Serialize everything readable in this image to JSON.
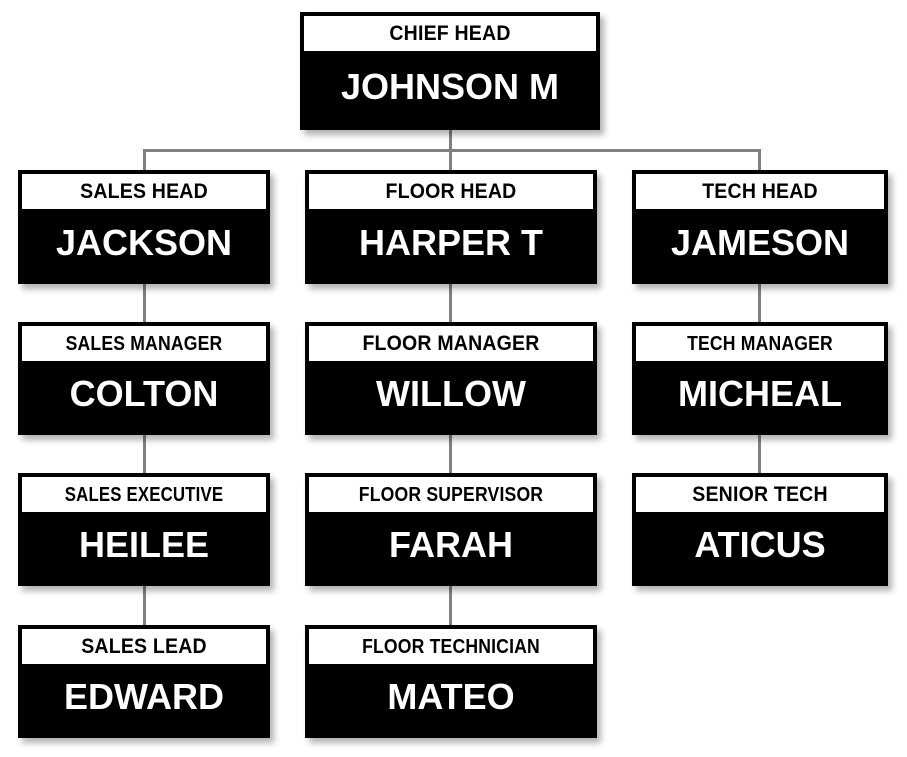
{
  "chart": {
    "type": "org-chart",
    "background_color": "#ffffff",
    "box_border_color": "#000000",
    "name_band_color": "#000000",
    "name_text_color": "#ffffff",
    "title_text_color": "#000000",
    "connector_color": "#808080",
    "root": {
      "title": "CHIEF HEAD",
      "name": "JOHNSON M"
    },
    "columns": [
      {
        "key": "sales",
        "nodes": [
          {
            "title": "SALES HEAD",
            "name": "JACKSON"
          },
          {
            "title": "SALES MANAGER",
            "name": "COLTON"
          },
          {
            "title": "SALES EXECUTIVE",
            "name": "HEILEE"
          },
          {
            "title": "SALES LEAD",
            "name": "EDWARD"
          }
        ]
      },
      {
        "key": "floor",
        "nodes": [
          {
            "title": "FLOOR HEAD",
            "name": "HARPER T"
          },
          {
            "title": "FLOOR MANAGER",
            "name": "WILLOW"
          },
          {
            "title": "FLOOR SUPERVISOR",
            "name": "FARAH"
          },
          {
            "title": "FLOOR TECHNICIAN",
            "name": "MATEO"
          }
        ]
      },
      {
        "key": "tech",
        "nodes": [
          {
            "title": "TECH HEAD",
            "name": "JAMESON"
          },
          {
            "title": "TECH MANAGER",
            "name": "MICHEAL"
          },
          {
            "title": "SENIOR TECH",
            "name": "ATICUS"
          }
        ]
      }
    ]
  }
}
